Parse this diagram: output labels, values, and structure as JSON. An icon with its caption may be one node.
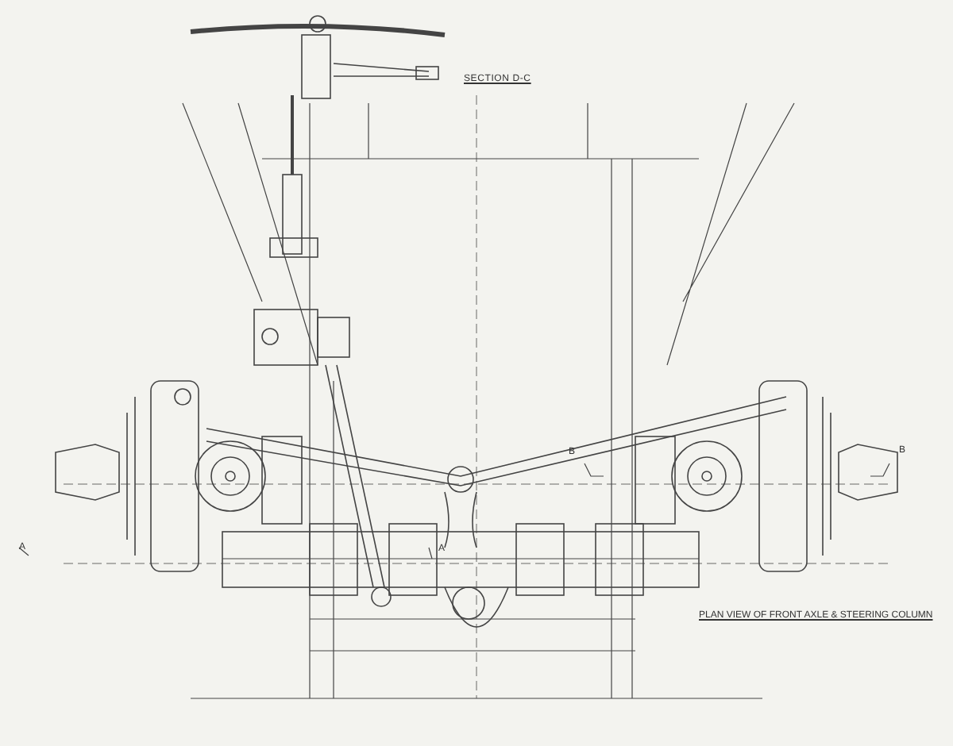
{
  "diagram": {
    "caption": "PLAN VIEW OF FRONT AXLE & STEERING COLUMN",
    "labels": [
      "SECTION D-C",
      "B",
      "B",
      "A",
      "A"
    ]
  }
}
